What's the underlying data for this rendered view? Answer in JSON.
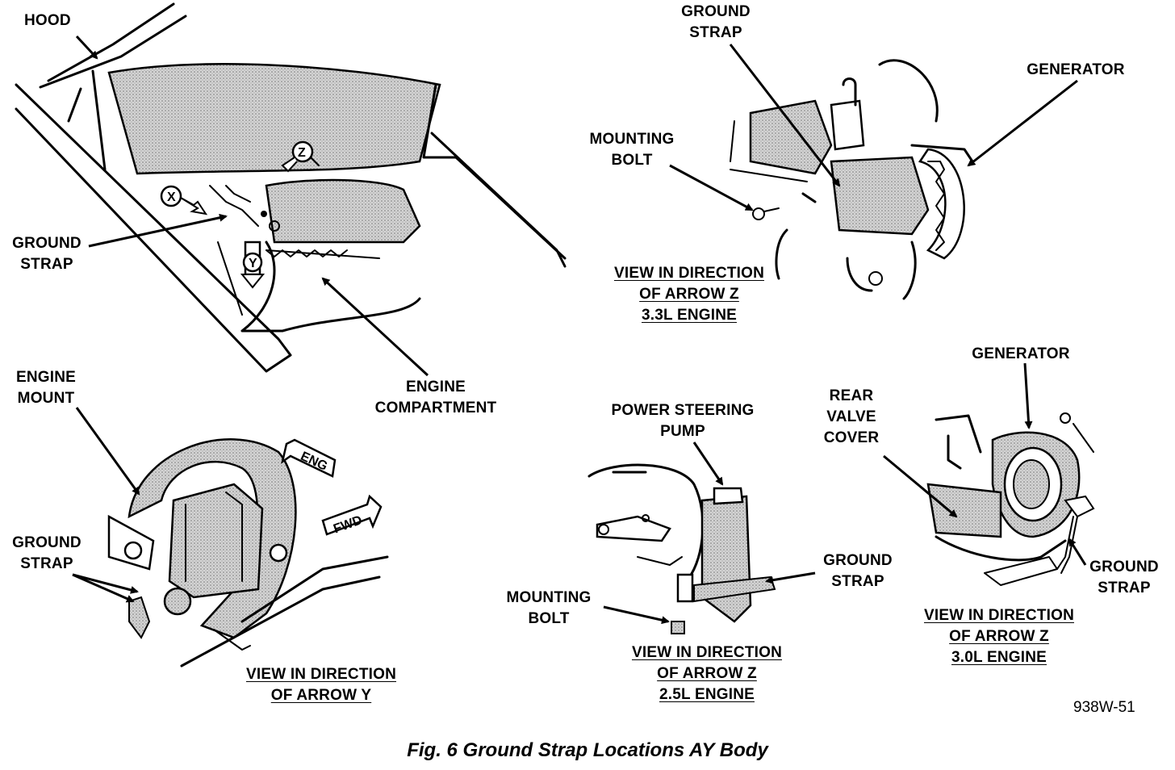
{
  "labels": {
    "hood": "HOOD",
    "ground_strap_main_1": "GROUND",
    "ground_strap_main_2": "STRAP",
    "engine_compartment_1": "ENGINE",
    "engine_compartment_2": "COMPARTMENT",
    "ground_strap_33_1": "GROUND",
    "ground_strap_33_2": "STRAP",
    "generator_33": "GENERATOR",
    "mounting_bolt_33_1": "MOUNTING",
    "mounting_bolt_33_2": "BOLT",
    "view_33_1": "VIEW IN DIRECTION",
    "view_33_2": "OF ARROW Z",
    "view_33_3": "3.3L ENGINE",
    "engine_mount_1": "ENGINE",
    "engine_mount_2": "MOUNT",
    "ground_strap_y_1": "GROUND",
    "ground_strap_y_2": "STRAP",
    "view_y_1": "VIEW IN DIRECTION",
    "view_y_2": "OF ARROW Y",
    "power_steering_1": "POWER STEERING",
    "power_steering_2": "PUMP",
    "ground_strap_25_1": "GROUND",
    "ground_strap_25_2": "STRAP",
    "mounting_bolt_25_1": "MOUNTING",
    "mounting_bolt_25_2": "BOLT",
    "view_25_1": "VIEW IN DIRECTION",
    "view_25_2": "OF ARROW Z",
    "view_25_3": "2.5L ENGINE",
    "generator_30": "GENERATOR",
    "rear_valve_1": "REAR",
    "rear_valve_2": "VALVE",
    "rear_valve_3": "COVER",
    "ground_strap_30_1": "GROUND",
    "ground_strap_30_2": "STRAP",
    "view_30_1": "VIEW IN DIRECTION",
    "view_30_2": "OF ARROW Z",
    "view_30_3": "3.0L ENGINE"
  },
  "callouts": {
    "x": "X",
    "y": "Y",
    "z": "Z",
    "eng": "ENG",
    "fwd": "FWD"
  },
  "figure_code": "938W-51",
  "caption": "Fig. 6 Ground Strap Locations AY Body"
}
